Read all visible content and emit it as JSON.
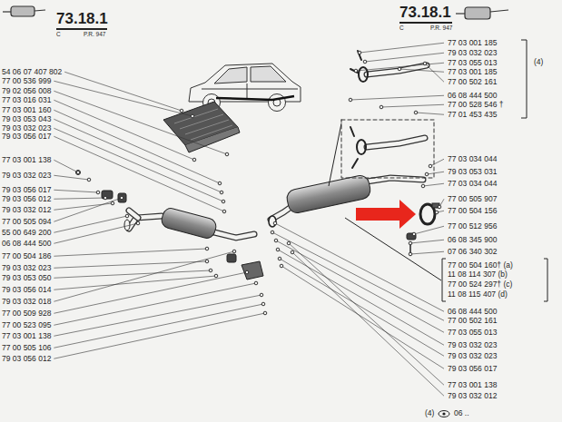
{
  "diagram": {
    "labels": [
      "73.18.1",
      "C",
      "P.R. 947",
      "73.18.1",
      "C",
      "P.R. 947",
      "54 06 07 407 802",
      "77 00 536 999",
      "79 02 056 008",
      "77 03 016 031",
      "77 03 001 160",
      "79 03 053 043",
      "79 03 032 023",
      "79 03 056 017",
      "77 03 001 138",
      "79 03 032 023",
      "79 03 056 017",
      "79 03 056 012",
      "79 03 032 012",
      "77 00 505 094",
      "55 00 649 200",
      "06 08 444 500",
      "77 00 504 186",
      "79 03 032 023",
      "79 03 053 050",
      "79 03 056 014",
      "79 03 032 018",
      "77 00 509 928",
      "77 00 523 095",
      "77 03 001 138",
      "77 00 505 106",
      "79 03 056 012",
      "77 03 001 185",
      "79 03 032 023",
      "77 03 055 013",
      "77 03 001 185",
      "77 00 502 161",
      "06 08 444 500",
      "77 00 528 546 †",
      "77 01 453 435",
      "(4)",
      "77 03 034 044",
      "79 03 053 031",
      "77 03 034 044",
      "77 00 505 907",
      "77 00 504 156",
      "77 00 512 956",
      "06 08 345 900",
      "07 06 340 302",
      "77 00 504 160† (a)",
      "11 08 114 307 (b)",
      "77 00 524 297† (c)",
      "11 08 115 407 (d)",
      "06 08 444 500",
      "77 00 502 161",
      "77 03 055 013",
      "79 03 032 023",
      "79 03 032 023",
      "79 03 056 017",
      "77 03 001 138",
      "79 03 032 012",
      "(4)",
      "06 .."
    ]
  }
}
